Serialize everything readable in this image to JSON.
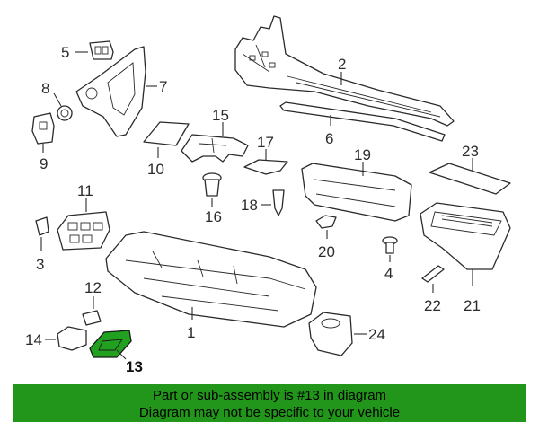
{
  "diagram": {
    "callouts": {
      "c1": "1",
      "c2": "2",
      "c3": "3",
      "c4": "4",
      "c5": "5",
      "c6": "6",
      "c7": "7",
      "c8": "8",
      "c9": "9",
      "c10": "10",
      "c11": "11",
      "c12": "12",
      "c13": "13",
      "c14": "14",
      "c15": "15",
      "c16": "16",
      "c17": "17",
      "c18": "18",
      "c19": "19",
      "c20": "20",
      "c21": "21",
      "c22": "22",
      "c23": "23",
      "c24": "24"
    },
    "highlight_color": "#22a020"
  },
  "banner": {
    "line1": "Part or sub-assembly is #13 in diagram",
    "line2": "Diagram may not be specific to your vehicle",
    "background": "#22961a"
  }
}
